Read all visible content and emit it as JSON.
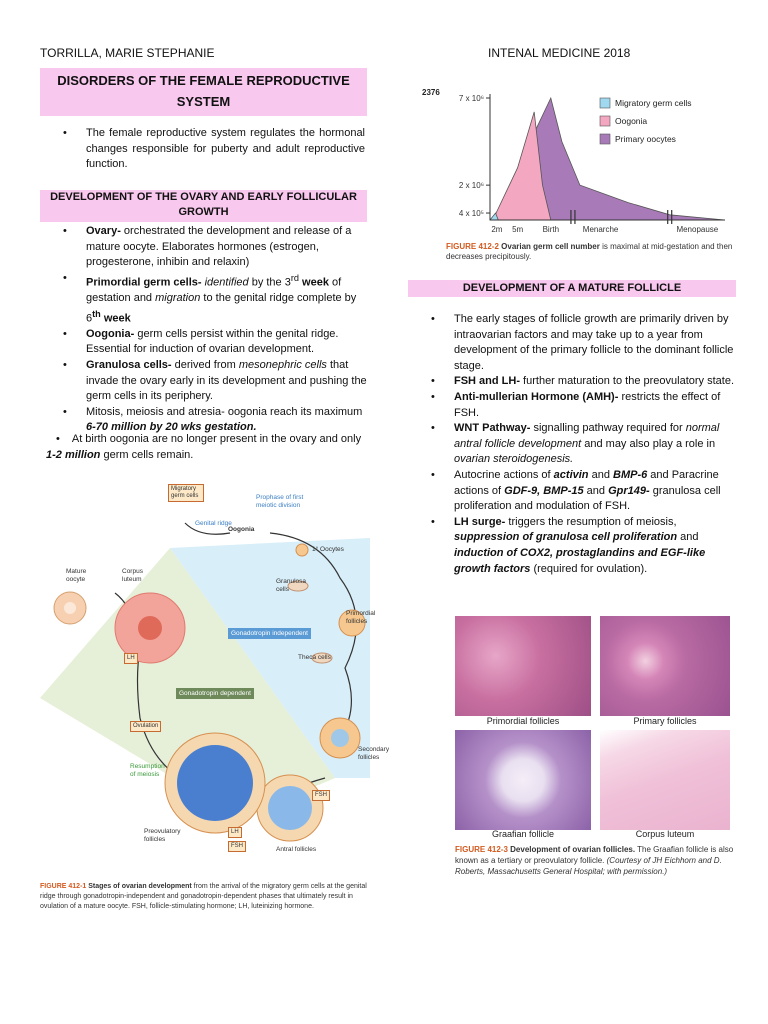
{
  "header": {
    "author": "TORRILLA, MARIE STEPHANIE",
    "course": "INTENAL MEDICINE 2018"
  },
  "title": {
    "line1": "DISORDERS OF THE FEMALE REPRODUCTIVE",
    "line2": "SYSTEM"
  },
  "intro": "The female reproductive system regulates the hormonal changes responsible for puberty and adult reproductive function.",
  "section1": {
    "title_line1": "DEVELOPMENT OF THE OVARY AND EARLY FOLLICULAR",
    "title_line2": "GROWTH"
  },
  "s1": {
    "ovary_term": "Ovary-",
    "ovary_text": " orchestrated the development and release of a mature oocyte. Elaborates hormones (estrogen, progesterone, inhibin and relaxin)",
    "pgc_term": "Primordial germ cells-",
    "pgc_a": " identified",
    "pgc_b": " by the 3",
    "pgc_sup": "rd",
    "pgc_c": " week",
    "pgc_d": " of gestation and ",
    "pgc_e": "migration",
    "pgc_f": " to the genital ridge complete by 6",
    "pgc_sup2": "th",
    "pgc_g": " week",
    "oog_term": "Oogonia-",
    "oog_text": " germ cells persist within the genital ridge. Essential for induction of ovarian development.",
    "gran_term": "Granulosa cells-",
    "gran_a": " derived from ",
    "gran_b": "mesonephric cells",
    "gran_c": " that invade the ovary early in its development and pushing the germ cells in its periphery.",
    "mit_text": "Mitosis, meiosis and atresia- oogonia reach its maximum ",
    "mit_b": "6-70 million by 20 wks gestation.",
    "birth_a": "At birth oogonia are no longer present in the ovary and only ",
    "birth_b": "1-2 million",
    "birth_c": " germ cells remain."
  },
  "chart_data": {
    "type": "area",
    "ylabel_value": "2376",
    "y_ticks": [
      "7 x 10⁶",
      "2 x 10⁶",
      "4 x 10⁵"
    ],
    "x_ticks": [
      "2m",
      "5m",
      "Birth",
      "Menarche",
      "Menopause"
    ],
    "series": [
      {
        "name": "Migratory germ cells",
        "color": "#9fd8ef",
        "points": [
          [
            0,
            0
          ],
          [
            0.4,
            400000.0
          ],
          [
            0.6,
            0
          ]
        ]
      },
      {
        "name": "Oogonia",
        "color": "#f4a7c0",
        "points": [
          [
            0.2,
            0
          ],
          [
            2,
            3000000.0
          ],
          [
            3.2,
            6200000.0
          ],
          [
            3.8,
            2000000.0
          ],
          [
            4.4,
            0
          ]
        ]
      },
      {
        "name": "Primary oocytes",
        "color": "#a87bb8",
        "points": [
          [
            1.5,
            0
          ],
          [
            3.2,
            5000000.0
          ],
          [
            4.4,
            7000000.0
          ],
          [
            5.2,
            4500000.0
          ],
          [
            6.5,
            2000000.0
          ],
          [
            10,
            1000000.0
          ],
          [
            13,
            300000.0
          ],
          [
            17,
            0
          ]
        ]
      }
    ],
    "caption_num": "FIGURE 412-2",
    "caption_bold": "Ovarian germ cell number",
    "caption_rest": " is maximal at mid-gestation and then decreases precipitously."
  },
  "section2": {
    "title": "DEVELOPMENT OF A MATURE FOLLICLE"
  },
  "s2": {
    "b1": "The early stages of follicle growth are primarily driven by intraovarian factors and may take up to a year from development of the primary follicle to the dominant follicle stage.",
    "b2_term": "FSH and LH-",
    "b2_text": " further maturation to the preovulatory state.",
    "b3_term": "Anti-mullerian Hormone (AMH)-",
    "b3_text": " restricts the effect of FSH.",
    "b4_term": "WNT Pathway-",
    "b4_a": " signalling pathway required for ",
    "b4_b": "normal antral follicle development",
    "b4_c": " and may also play a role in ",
    "b4_d": "ovarian steroidogenesis.",
    "b5_a": "Autocrine actions of ",
    "b5_b": "activin",
    "b5_c": " and ",
    "b5_d": "BMP-6",
    "b5_e": " and Paracrine actions of ",
    "b5_f": "GDF-9, BMP-15",
    "b5_g": " and ",
    "b5_h": "Gpr149-",
    "b5_i": " granulosa cell proliferation and modulation of FSH.",
    "b6_term": "LH surge-",
    "b6_a": " triggers the resumption of meiosis, ",
    "b6_b": "suppression of granulosa cell proliferation",
    "b6_c": " and ",
    "b6_d": "induction of COX2, prostaglandins and EGF-like growth factors",
    "b6_e": " (required for ovulation)."
  },
  "histo": {
    "captions": [
      "Primordial follicles",
      "Primary follicles",
      "Graafian follicle",
      "Corpus luteum"
    ],
    "fig_num": "FIGURE 412-3",
    "fig_bold": "Development of ovarian follicles.",
    "fig_rest": " The Graafian follicle is also known as a tertiary or preovulatory follicle. ",
    "fig_italic": "(Courtesy of JH Eichhorn and D. Roberts, Massachusetts General Hospital; with permission.)"
  },
  "diagram": {
    "migratory": "Migratory germ cells",
    "genital_ridge": "Genital ridge",
    "oogonia": "Oogonia",
    "prophase": "Prophase of first meiotic division",
    "oocytes": "1° Oocytes",
    "granulosa": "Granulosa cells",
    "primordial": "Primordial follicles",
    "theca": "Theca cells",
    "secondary": "Secondary follicles",
    "antral": "Antral follicles",
    "preovulatory": "Preovulatory follicles",
    "resumption": "Resumption of meiosis",
    "ovulation": "Ovulation",
    "mature": "Mature oocyte",
    "corpus": "Corpus luteum",
    "independent": "Gonadotropin independent",
    "dependent": "Gonadotropin dependent",
    "fsh": "FSH",
    "lh": "LH",
    "cap_num": "FIGURE 412-1",
    "cap_bold": "Stages of ovarian development",
    "cap_rest": " from the arrival of the migratory germ cells at the genital ridge through gonadotropin-independent and gonadotropin-dependent phases that ultimately result in ovulation of a mature oocyte. FSH, follicle-stimulating hormone; LH, luteinizing hormone."
  }
}
